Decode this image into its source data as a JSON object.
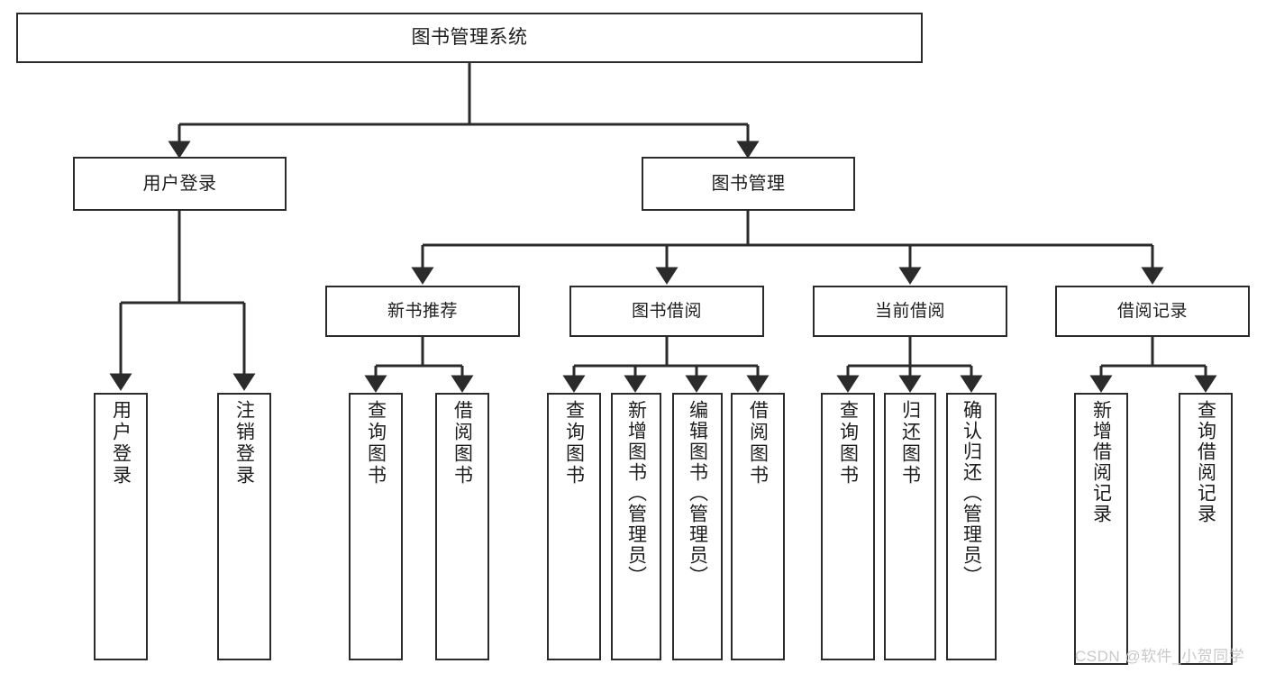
{
  "diagram": {
    "title": "图书管理系统",
    "type": "tree",
    "watermark": "CSDN @软件_小贺同学",
    "colors": {
      "background": "#ffffff",
      "box_border": "#2b2b2b",
      "box_fill": "#ffffff",
      "connector": "#2b2b2b",
      "text": "#1d1d1d",
      "watermark": "#c9c9c9"
    },
    "root": {
      "label": "图书管理系统"
    },
    "level1": [
      {
        "label": "用户登录"
      },
      {
        "label": "图书管理"
      }
    ],
    "level2": [
      {
        "label": "新书推荐"
      },
      {
        "label": "图书借阅"
      },
      {
        "label": "当前借阅"
      },
      {
        "label": "借阅记录"
      }
    ],
    "leaves": {
      "user_login": [
        {
          "label": "用户登录"
        },
        {
          "label": "注销登录"
        }
      ],
      "new_book_recommend": [
        {
          "label": "查询图书"
        },
        {
          "label": "借阅图书"
        }
      ],
      "book_borrow": [
        {
          "label": "查询图书"
        },
        {
          "label": "新增图书（管理员）"
        },
        {
          "label": "编辑图书（管理员）"
        },
        {
          "label": "借阅图书"
        }
      ],
      "current_borrow": [
        {
          "label": "查询图书"
        },
        {
          "label": "归还图书"
        },
        {
          "label": "确认归还（管理员）"
        }
      ],
      "borrow_record": [
        {
          "label": "新增借阅记录"
        },
        {
          "label": "查询借阅记录"
        }
      ]
    }
  }
}
